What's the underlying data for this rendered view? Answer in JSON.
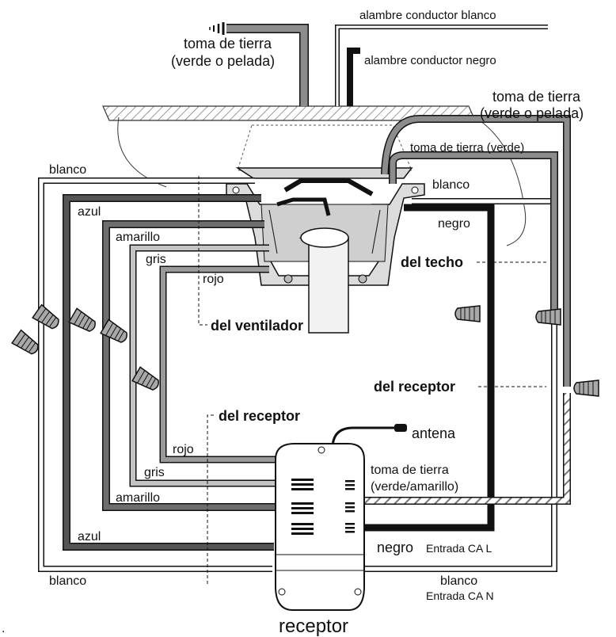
{
  "labels": {
    "ground_top": [
      "toma de tierra",
      "(verde o pelada)"
    ],
    "white_supply": "alambre conductor blanco",
    "black_supply": "alambre conductor negro",
    "ground_right": [
      "toma de tierra",
      "(verde o pelada)"
    ],
    "ground_green": "toma de tierra (verde)",
    "blanco_left": "blanco",
    "blanco_fan": "blanco",
    "azul_top": "azul",
    "negro_fan": "negro",
    "amarillo_top": "amarillo",
    "gris_top": "gris",
    "rojo_top": "rojo",
    "del_techo": "del techo",
    "del_ventilador": "del ventilador",
    "del_receptor_right": "del receptor",
    "del_receptor_left": "del receptor",
    "antena": "antena",
    "ground_receiver": [
      "toma de tierra",
      "(verde/amarillo)"
    ],
    "rojo_bottom": "rojo",
    "gris_bottom": "gris",
    "amarillo_bottom": "amarillo",
    "azul_bottom": "azul",
    "blanco_bottom": "blanco",
    "negro_input_word": "negro",
    "negro_input_note": "Entrada CA L",
    "blanco_input_word": "blanco",
    "blanco_input_note": "Entrada CA N",
    "receptor": "receptor",
    "corner_mark": "."
  },
  "colors": {
    "black": "#111111",
    "azul": "#555555",
    "amarillo": "#6e6e6e",
    "gris": "#c4c4c4",
    "rojo": "#9a9a9a",
    "ground": "#8c8c8c",
    "connector": "#a8a8a8"
  }
}
